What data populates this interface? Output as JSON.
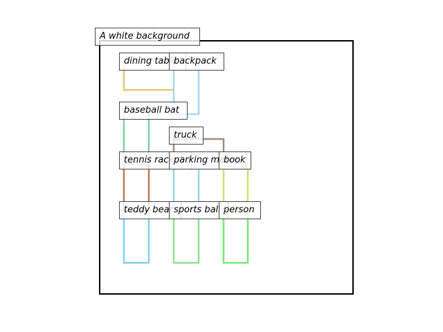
{
  "background_label": "A white background",
  "boxes": [
    {
      "key": "dining-table",
      "label": "dining table",
      "color": "#e8c56a"
    },
    {
      "key": "backpack",
      "label": "backpack",
      "color": "#a8d8f0"
    },
    {
      "key": "baseball-bat",
      "label": "baseball bat",
      "color": "#7fcfa0"
    },
    {
      "key": "truck",
      "label": "truck",
      "color": "#a88a78"
    },
    {
      "key": "tennis-racket",
      "label": "tennis racket",
      "color": "#f0a8a8"
    },
    {
      "key": "parking-meter",
      "label": "parking meter",
      "color": "#98d4e0"
    },
    {
      "key": "book",
      "label": "book",
      "color": "#d0e070"
    },
    {
      "key": "teddy-bear",
      "label": "teddy bear",
      "color": "#b87858"
    },
    {
      "key": "sports-ball",
      "label": "sports ball",
      "color": "#90e090"
    },
    {
      "key": "person",
      "label": "person",
      "color": "#78e878"
    },
    {
      "key": "extra-blue",
      "label": "",
      "color": "#80d0f0"
    }
  ]
}
